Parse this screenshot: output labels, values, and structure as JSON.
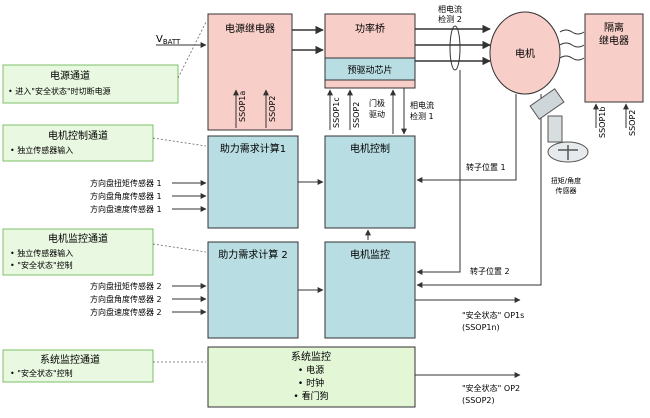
{
  "vbatt": {
    "main": "V",
    "sub": "BATT"
  },
  "blocks": {
    "power_relay": "电源继电器",
    "power_bridge": "功率桥",
    "predriver": "预驱动芯片",
    "motor": "电机",
    "isolation_relay_line1": "隔离",
    "isolation_relay_line2": "继电器",
    "assist_calc1": "助力需求计算1",
    "motor_control": "电机控制",
    "assist_calc2": "助力需求计算 2",
    "motor_monitor": "电机监控",
    "system_monitor": {
      "title": "系统监控",
      "items": [
        "• 电源",
        "• 时钟",
        "• 看门狗"
      ]
    }
  },
  "ssop": {
    "ssop1a": "SSOP1a",
    "ssop2_relay": "SSOP2",
    "ssop1c": "SSOP1c",
    "ssop2_bridge": "SSOP2",
    "ssop1b": "SSOP1b",
    "ssop2_iso": "SSOP2"
  },
  "signals": {
    "phase_current_2": [
      "相电流",
      "检测 2"
    ],
    "phase_current_1": [
      "相电流",
      "检测 1"
    ],
    "gate_drive": [
      "门极",
      "驱动"
    ],
    "rotor_position_1": "转子位置 1",
    "rotor_position_2": "转子位置 2",
    "torque_angle_sensor": [
      "扭矩/角度",
      "传感器"
    ],
    "op1s": "\"安全状态\" OP1s",
    "ssop1n": "(SSOP1n)",
    "op2": "\"安全状态\" OP2",
    "ssop2_out": "(SSOP2)"
  },
  "channels": [
    {
      "title": "电源通道",
      "lines": [
        "• 进入\"安全状态\"时切断电源"
      ]
    },
    {
      "title": "电机控制通道",
      "lines": [
        "• 独立传感器输入"
      ]
    },
    {
      "title": "电机监控通道",
      "lines": [
        "• 独立传感器输入",
        "• \"安全状态\"控制"
      ]
    },
    {
      "title": "系统监控通道",
      "lines": [
        "• \"安全状态\"控制"
      ]
    }
  ],
  "sensor_inputs_1": [
    "方向盘扭矩传感器 1",
    "方向盘角度传感器 1",
    "方向盘速度传感器 1"
  ],
  "sensor_inputs_2": [
    "方向盘扭矩传感器 2",
    "方向盘角度传感器 2",
    "方向盘速度传感器 2"
  ]
}
